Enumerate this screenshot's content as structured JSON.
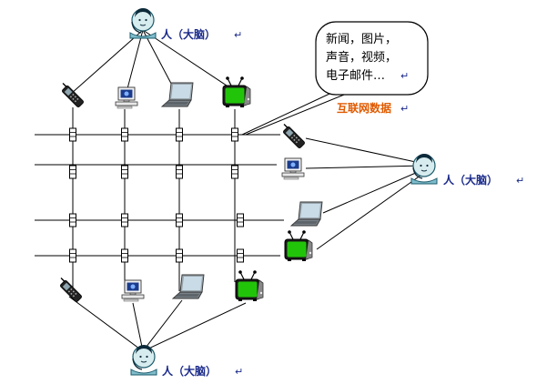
{
  "person_label": "人（大脑）",
  "return_mark": "↵",
  "bubble_lines": [
    "新闻，图片，",
    "声音，视频，",
    "电子邮件…"
  ],
  "internet_label": "互联网数据",
  "colors": {
    "person_label": "#1a2a8a",
    "internet_label": "#e05a00",
    "tv_screen": "#22c40a",
    "line": "#000000"
  },
  "icons": [
    "person-icon",
    "phone-icon",
    "desktop-computer-icon",
    "laptop-icon",
    "tv-icon",
    "router-icon"
  ]
}
